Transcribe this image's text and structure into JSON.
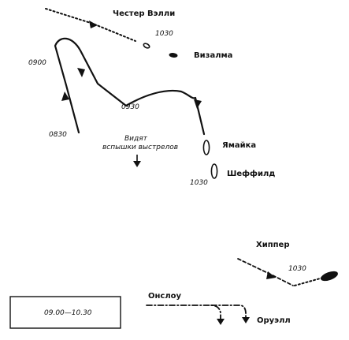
{
  "ships": {
    "chester_valley": "Честер Вэлли",
    "vizalma": "Визалма",
    "jamaica": "Ямайка",
    "sheffield": "Шеффилд",
    "hipper": "Хиппер",
    "onslow": "Онслоу",
    "orwell": "Оруэлл"
  },
  "times": {
    "convoy_1030": "1030",
    "t0900": "0900",
    "t0930": "0930",
    "t0830": "0830",
    "cruisers_1030": "1030",
    "hipper_1030": "1030"
  },
  "captions": {
    "flashes_line1": "Видят",
    "flashes_line2": "вспышки выстрелов"
  },
  "legend": {
    "time_range": "09.00—10.30"
  }
}
